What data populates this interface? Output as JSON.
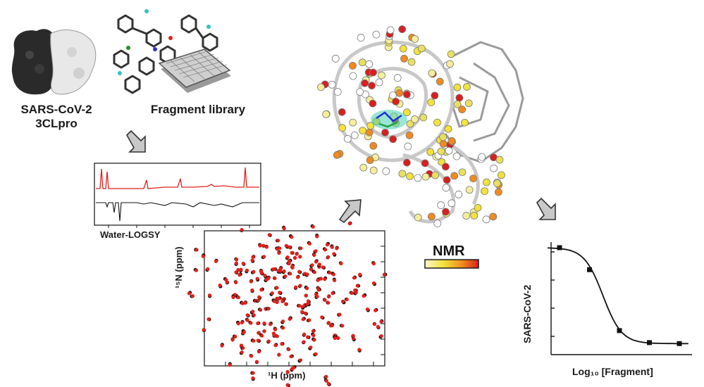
{
  "protein": {
    "label_line1": "SARS-CoV-2",
    "label_line2": "3CLpro"
  },
  "library": {
    "label": "Fragment library"
  },
  "logsy": {
    "label": "Water-LOGSY"
  },
  "hsqc": {
    "x_label": "¹H (ppm)",
    "y_label": "¹⁵N (ppm)"
  },
  "nmr_scale": {
    "label": "NMR",
    "colors": [
      "#fbf6c8",
      "#f2e23a",
      "#f08a1e",
      "#d62020"
    ]
  },
  "dose_response": {
    "x_label": "Log₁₀ [Fragment]",
    "y_label": "SARS-CoV-2"
  },
  "colors": {
    "red_series": "#e0201b",
    "black_series": "#111111",
    "arrow_fill": "#c8c8c8"
  },
  "chart_data": {
    "type": "scatter",
    "title": "",
    "xlabel": "Log₁₀ [Fragment]",
    "ylabel": "SARS-CoV-2",
    "x": [
      1,
      2,
      3,
      4,
      5
    ],
    "y": [
      1.0,
      0.78,
      0.17,
      0.05,
      0.04
    ],
    "fit": "sigmoidal"
  }
}
